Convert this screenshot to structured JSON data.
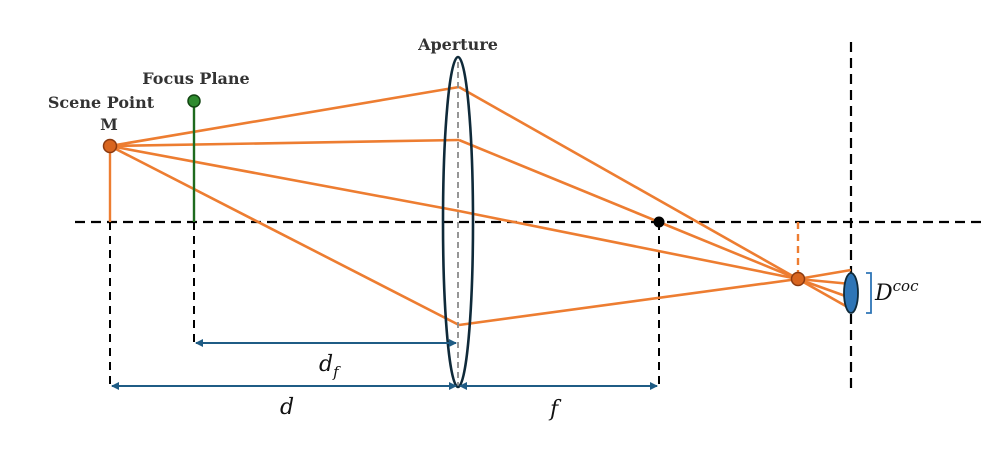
{
  "labels": {
    "scene_point": "Scene Point",
    "scene_point_letter": "M",
    "focus_plane": "Focus Plane",
    "aperture": "Aperture",
    "d_f_main": "d",
    "d_f_sub": "f",
    "d": "d",
    "f": "f",
    "d_coc_main": "D",
    "d_coc_sup": "coc"
  },
  "colors": {
    "ray": "#ED7D31",
    "dashed": "#000000",
    "lens": "#0F2A3A",
    "arrow": "#1F5C85",
    "focus_plane": "#1E6B1E",
    "point_fill": "#D8651F",
    "point_stroke": "#8B3A10",
    "coc_fill": "#2E75B6",
    "focal_point": "#000000"
  }
}
